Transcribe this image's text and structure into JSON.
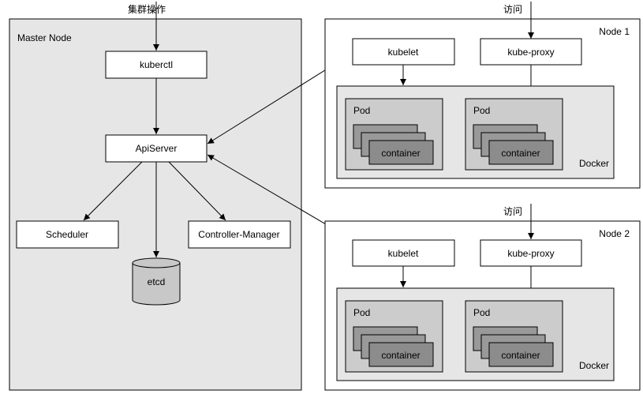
{
  "top_label": "集群操作",
  "master": {
    "title": "Master Node",
    "kubectl": "kuberctl",
    "apiserver": "ApiServer",
    "scheduler": "Scheduler",
    "controller": "Controller-Manager",
    "etcd": "etcd"
  },
  "nodes": [
    {
      "title": "Node 1",
      "access": "访问",
      "kubelet": "kubelet",
      "proxy": "kube-proxy",
      "docker": "Docker",
      "pods": [
        {
          "label": "Pod",
          "container": "container"
        },
        {
          "label": "Pod",
          "container": "container"
        }
      ]
    },
    {
      "title": "Node 2",
      "access": "访问",
      "kubelet": "kubelet",
      "proxy": "kube-proxy",
      "docker": "Docker",
      "pods": [
        {
          "label": "Pod",
          "container": "container"
        },
        {
          "label": "Pod",
          "container": "container"
        }
      ]
    }
  ],
  "colors": {
    "panel": "#e6e6e6",
    "pod_fill": "#cccccc",
    "container_back": "#999999",
    "container_front": "#8c8c8c",
    "etcd_fill": "#c8c8c8"
  }
}
